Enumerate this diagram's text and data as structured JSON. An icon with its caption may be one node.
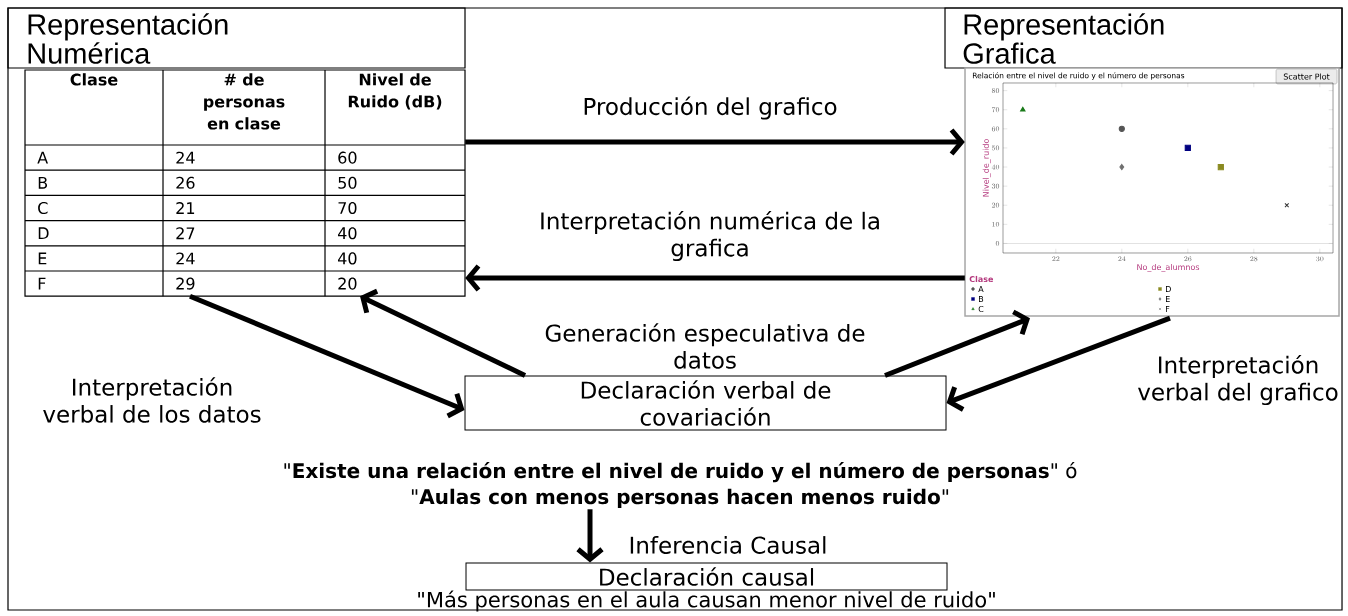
{
  "diagram": {
    "nodes": [
      {
        "text": [
          "Representación Numérica"
        ]
      },
      {
        "text": [
          "Representación Grafica"
        ]
      },
      {
        "text": [
          "Declaración verbal de covariación"
        ]
      },
      {
        "text": [
          "\"**Existe una relación entre el nivel de ruido y el número de personas**\" ó \"**Aulas con menos personas hacen menos ruido**\""
        ]
      },
      {
        "text": [
          "Declaración causal"
        ],
        "beside": [
          "\"Más personas en el aula causan menor nivel de ruido\""
        ]
      }
    ],
    "edges": [
      {
        "from": 0,
        "to": 1,
        "arrow": "to",
        "label": "Producción del grafico"
      },
      {
        "from": 1,
        "to": 0,
        "arrow": "to",
        "label": "Interpretación numérica de la grafica"
      },
      {
        "from": 2,
        "to": 0,
        "arrow": "to"
      },
      {
        "from": 0,
        "to": 2,
        "arrow": "to",
        "label": "Interpretación verbal de los datos"
      },
      {
        "from": 2,
        "to": 1,
        "arrow": "to"
      },
      {
        "from": 1,
        "to": 2,
        "arrow": "to",
        "label": "Interpretación verbal del grafico"
      },
      {
        "from": 3,
        "to": 4,
        "arrow": "to",
        "label": "Inferencia Causal"
      }
    ],
    "labels": [
      "Clase",
      "# de personas en clase",
      "Nivel de Ruido (dB)",
      "A",
      "24",
      "60",
      "B",
      "26",
      "50",
      "C",
      "21",
      "70",
      "D",
      "27",
      "40",
      "E",
      "24",
      "40",
      "F",
      "29",
      "20",
      "Scatter Plot",
      "Clase",
      "Generación especulativa de datos"
    ],
    "chart_data": {
      "type": "scatter",
      "title": "Relación entre el nivel de ruido y el número de personas",
      "xlabel": "No_de_alumnos",
      "ylabel": "Nivel_de_ruido",
      "x": [
        24,
        26,
        21,
        27,
        24,
        29
      ],
      "series": [
        {
          "name": "A",
          "color": "#555555",
          "values": [
            60,
            null,
            null,
            null,
            null,
            null
          ]
        },
        {
          "name": "B",
          "color": "#000080",
          "values": [
            null,
            50,
            null,
            null,
            null,
            null
          ]
        },
        {
          "name": "C",
          "color": "#1a7a1a",
          "values": [
            null,
            null,
            70,
            null,
            null,
            null
          ]
        },
        {
          "name": "D",
          "color": "#8a8a20",
          "values": [
            null,
            null,
            null,
            40,
            null,
            null
          ]
        },
        {
          "name": "E",
          "color": "#707070",
          "values": [
            null,
            null,
            null,
            null,
            40,
            null
          ]
        },
        {
          "name": "F",
          "color": "#333333",
          "values": [
            null,
            null,
            null,
            null,
            null,
            20
          ]
        }
      ],
      "xlim": [
        20.4,
        30.4
      ],
      "ylim": [
        -5,
        84
      ],
      "xticks": [
        22,
        24,
        26,
        28,
        30
      ],
      "yticks": [
        0,
        10,
        20,
        30,
        40,
        50,
        60,
        70,
        80
      ],
      "legend": "bottom"
    }
  }
}
